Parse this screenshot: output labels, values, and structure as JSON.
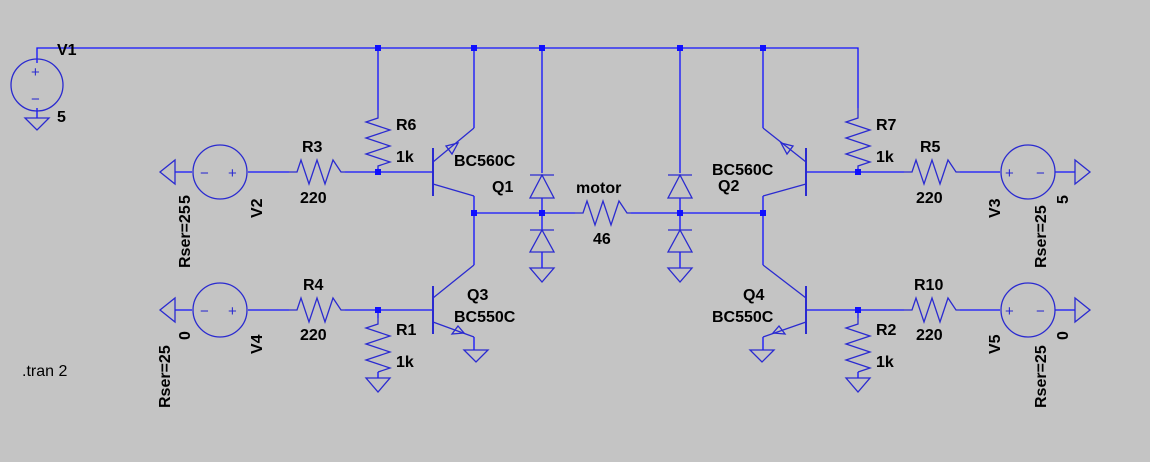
{
  "supply": {
    "name": "V1",
    "value": "5"
  },
  "resistors": {
    "r6": {
      "name": "R6",
      "value": "1k"
    },
    "r3": {
      "name": "R3",
      "value": "220"
    },
    "r4": {
      "name": "R4",
      "value": "220"
    },
    "r1": {
      "name": "R1",
      "value": "1k"
    },
    "r7": {
      "name": "R7",
      "value": "1k"
    },
    "r5": {
      "name": "R5",
      "value": "220"
    },
    "r10": {
      "name": "R10",
      "value": "220"
    },
    "r2": {
      "name": "R2",
      "value": "1k"
    }
  },
  "motor": {
    "name": "motor",
    "value": "46"
  },
  "transistors": {
    "q1": {
      "name": "Q1",
      "model": "BC560C"
    },
    "q2": {
      "name": "Q2",
      "model": "BC560C"
    },
    "q3": {
      "name": "Q3",
      "model": "BC550C"
    },
    "q4": {
      "name": "Q4",
      "model": "BC550C"
    }
  },
  "sources": {
    "v2": {
      "name": "V2",
      "value": "5",
      "rser": "Rser=25"
    },
    "v4": {
      "name": "V4",
      "value": "0",
      "rser": "Rser=25"
    },
    "v3": {
      "name": "V3",
      "value": "5",
      "rser": "Rser=25"
    },
    "v5": {
      "name": "V5",
      "value": "0",
      "rser": "Rser=25"
    }
  },
  "directive": ".tran 2",
  "symbols": {
    "plus": "+",
    "minus": "−"
  },
  "colors": {
    "background": "#c4c4c4",
    "wire": "#1010ff",
    "component": "#2a2ad0",
    "text": "#000000"
  }
}
